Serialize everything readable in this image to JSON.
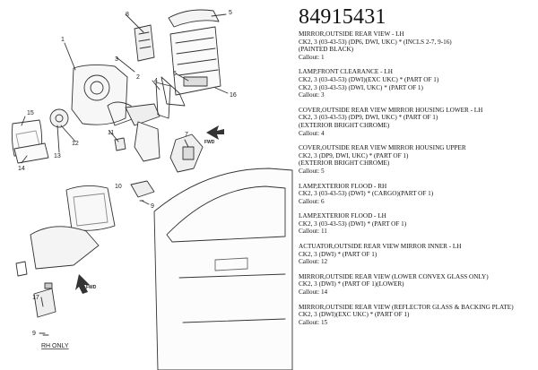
{
  "part_number": "84915431",
  "diagram": {
    "callouts": [
      "1",
      "2",
      "3",
      "4",
      "5",
      "6",
      "7",
      "8",
      "9",
      "10",
      "11",
      "12",
      "13",
      "14",
      "15",
      "16",
      "17"
    ],
    "fwd_label": "FWD",
    "rh_only_label": "RH ONLY"
  },
  "entries": [
    {
      "name": "MIRROR,OUTSIDE REAR VIEW - LH",
      "lines": [
        "CK2, 3 (03-43-53) (DP6, DWI, UKC) * (INCLS 2-7, 9-16)",
        "(PAINTED BLACK)"
      ],
      "callout": "Callout: 1"
    },
    {
      "name": "LAMP,FRONT CLEARANCE - LH",
      "lines": [
        "CK2, 3 (03-43-53) (DWI)(EXC UKC) * (PART OF 1)",
        "CK2, 3 (03-43-53) (DWI, UKC) * (PART OF 1)"
      ],
      "callout": "Callout: 3"
    },
    {
      "name": "COVER,OUTSIDE REAR VIEW MIRROR HOUSING LOWER - LH",
      "lines": [
        "CK2, 3 (03-43-53) (DP9, DWI, UKC) * (PART OF 1)",
        "(EXTERIOR BRIGHT CHROME)"
      ],
      "callout": "Callout: 4"
    },
    {
      "name": "COVER,OUTSIDE REAR VIEW MIRROR HOUSING UPPER",
      "lines": [
        "CK2, 3 (DP9, DWI, UKC) * (PART OF 1)",
        "(EXTERIOR BRIGHT CHROME)"
      ],
      "callout": "Callout: 5"
    },
    {
      "name": "LAMP,EXTERIOR FLOOD - RH",
      "lines": [
        "CK2, 3 (03-43-53) (DWI) * (CARGO)(PART OF 1)"
      ],
      "callout": "Callout: 6"
    },
    {
      "name": "LAMP,EXTERIOR FLOOD - LH",
      "lines": [
        "CK2, 3 (03-43-53) (DWI) * (PART OF 1)"
      ],
      "callout": "Callout: 11"
    },
    {
      "name": "ACTUATOR,OUTSIDE REAR VIEW MIRROR INNER - LH",
      "lines": [
        "CK2, 3 (DWI) * (PART OF 1)"
      ],
      "callout": "Callout: 12"
    },
    {
      "name": "MIRROR,OUTSIDE REAR VIEW (LOWER CONVEX GLASS ONLY)",
      "lines": [
        "CK2, 3 (DWI) * (PART OF 1)(LOWER)"
      ],
      "callout": "Callout: 14"
    },
    {
      "name": "MIRROR,OUTSIDE REAR VIEW (REFLECTOR GLASS & BACKING PLATE)",
      "lines": [
        "CK2, 3 (DWI)(EXC UKC) * (PART OF 1)"
      ],
      "callout": "Callout: 15"
    }
  ]
}
